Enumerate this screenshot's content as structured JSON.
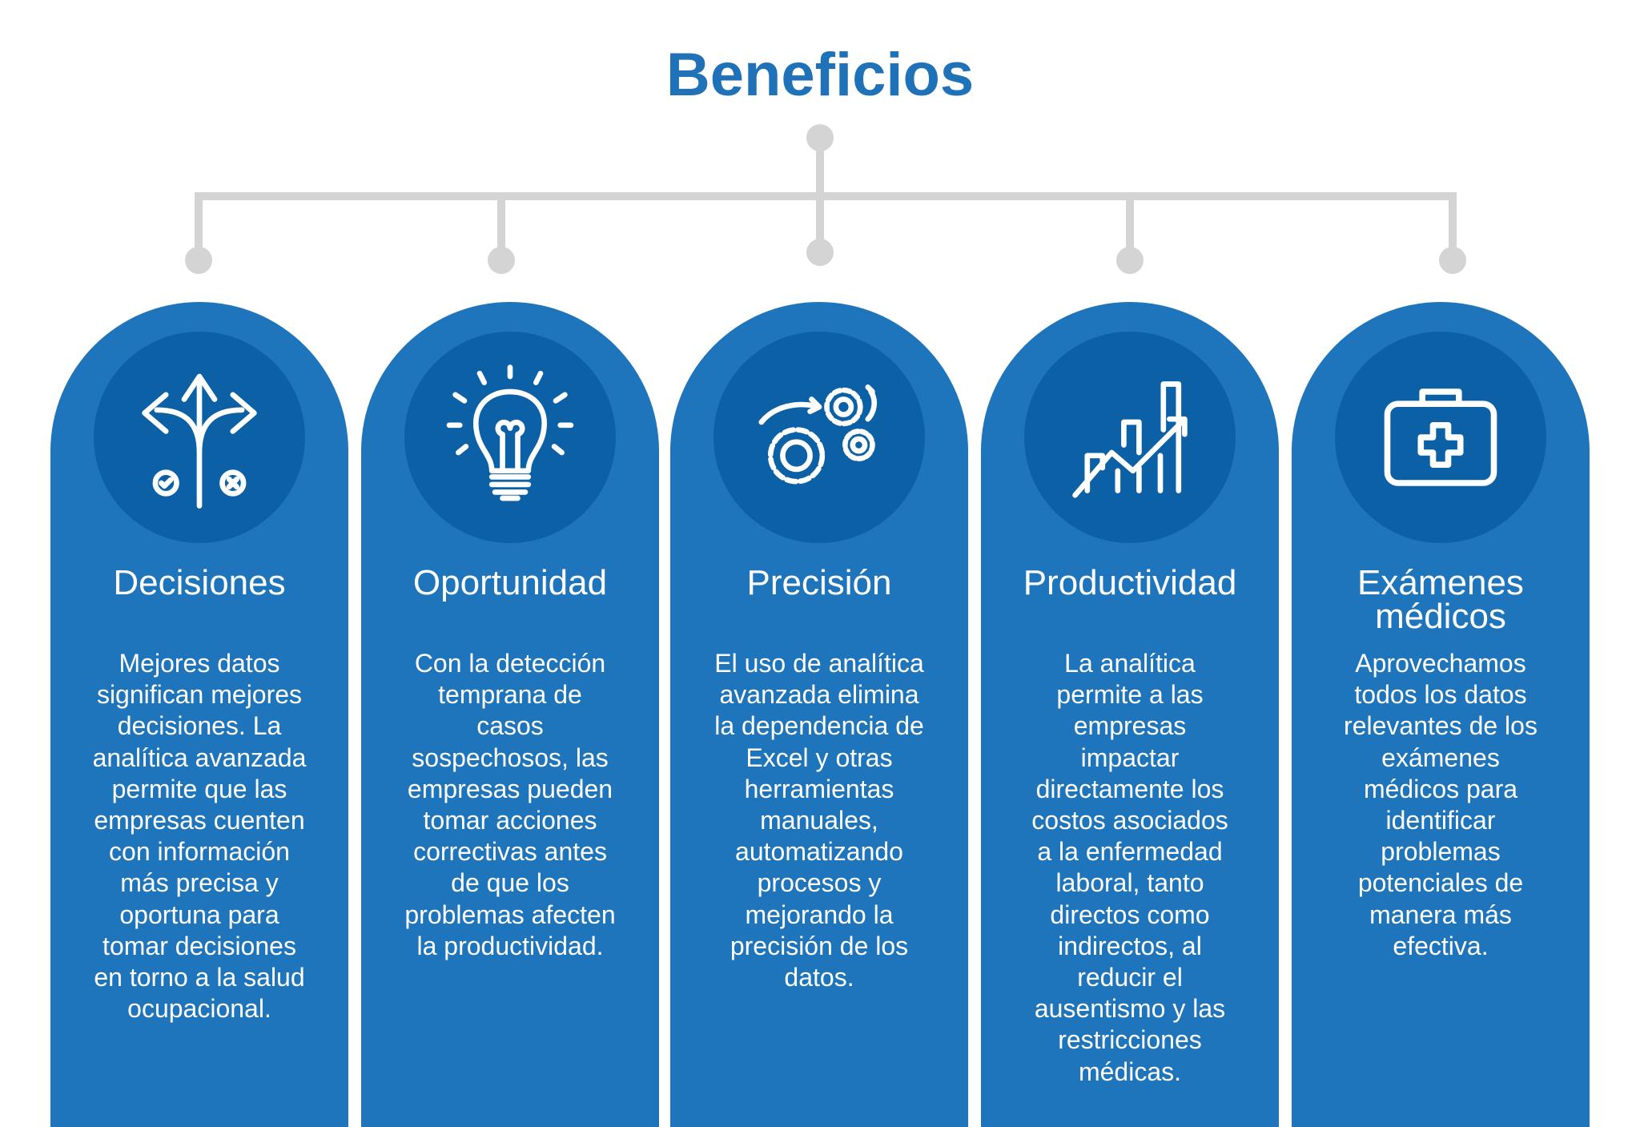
{
  "title": "Beneficios",
  "colors": {
    "title": "#1f72b8",
    "card": "#1f75bb",
    "circle": "#0c60a6",
    "connector": "#d4d4d4"
  },
  "cards": [
    {
      "icon": "diverging-arrows-icon",
      "heading": "Decisiones",
      "body": "Mejores datos\nsignifican mejores\ndecisiones. La\nanalítica avanzada\npermite que las\nempresas cuenten\ncon información\nmás precisa y\noportuna para\ntomar decisiones\nen torno a la salud\nocupacional."
    },
    {
      "icon": "lightbulb-icon",
      "heading": "Oportunidad",
      "body": "Con la detección\ntemprana de\ncasos\nsospechosos, las\nempresas pueden\ntomar acciones\ncorrectivas antes\nde que los\nproblemas afecten\nla productividad."
    },
    {
      "icon": "gears-icon",
      "heading": "Precisión",
      "body": "El uso de analítica\navanzada elimina\nla dependencia de\nExcel y otras\nherramientas\nmanuales,\nautomatizando\nprocesos y\nmejorando la\nprecisión de los\ndatos."
    },
    {
      "icon": "growth-chart-icon",
      "heading": "Productividad",
      "body": "La analítica\npermite a las\nempresas\nimpactar\ndirectamente los\ncostos asociados\na la enfermedad\nlaboral, tanto\ndirectos como\nindirectos, al\nreducir el\nausentismo y las\nrestricciones\nmédicas."
    },
    {
      "icon": "medical-kit-icon",
      "heading": "Exámenes\nmédicos",
      "body": "Aprovechamos\ntodos los datos\nrelevantes de los\nexámenes\nmédicos para\nidentificar\nproblemas\npotenciales de\nmanera más\nefectiva."
    }
  ]
}
